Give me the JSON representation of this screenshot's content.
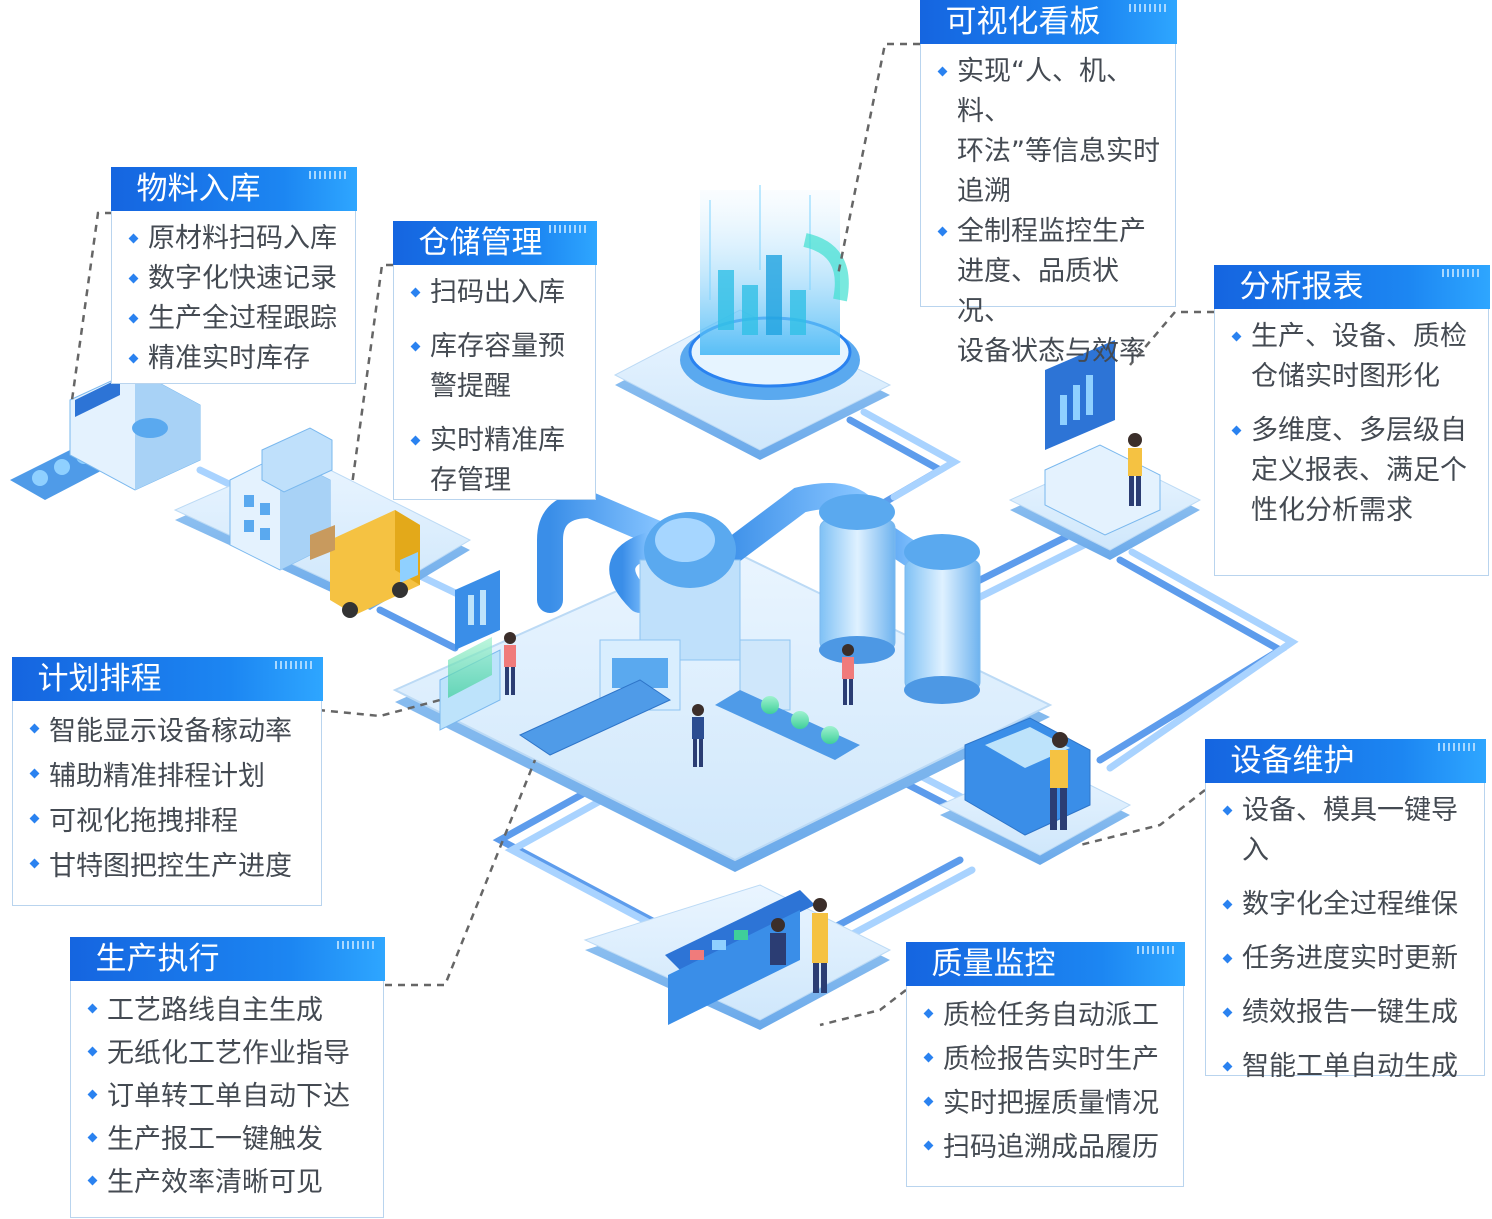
{
  "colors": {
    "accent": "#1c86f2",
    "connector": "#666666"
  },
  "cards": [
    {
      "id": "wuliao",
      "title": "物料入库",
      "items": [
        "原材料扫码入库",
        "数字化快速记录",
        "生产全过程跟踪",
        "精准实时库存"
      ]
    },
    {
      "id": "cangchu",
      "title": "仓储管理",
      "items": [
        "扫码出入库",
        "库存容量预\n警提醒",
        "实时精准库\n存管理"
      ]
    },
    {
      "id": "keshihua",
      "title": "可视化看板",
      "items": [
        "实现“人、机、料、\n环法”等信息实时\n追溯",
        "全制程监控生产\n进度、品质状况、\n设备状态与效率"
      ]
    },
    {
      "id": "fenxi",
      "title": "分析报表",
      "items": [
        "生产、设备、质检\n仓储实时图形化",
        "多维度、多层级自\n定义报表、满足个\n性化分析需求"
      ]
    },
    {
      "id": "jihua",
      "title": "计划排程",
      "items": [
        "智能显示设备稼动率",
        "辅助精准排程计划",
        "可视化拖拽排程",
        "甘特图把控生产进度"
      ]
    },
    {
      "id": "shengchan",
      "title": "生产执行",
      "items": [
        "工艺路线自主生成",
        "无纸化工艺作业指导",
        "订单转工单自动下达",
        "生产报工一键触发",
        "生产效率清晰可见"
      ]
    },
    {
      "id": "shebei",
      "title": "设备维护",
      "items": [
        "设备、模具一键导\n入",
        "数字化全过程维保",
        "任务进度实时更新",
        "绩效报告一键生成",
        "智能工单自动生成"
      ]
    },
    {
      "id": "zhiliang",
      "title": "质量监控",
      "items": [
        "质检任务自动派工",
        "质检报告实时生产",
        "实时把握质量情况",
        "扫码追溯成品履历"
      ]
    }
  ]
}
